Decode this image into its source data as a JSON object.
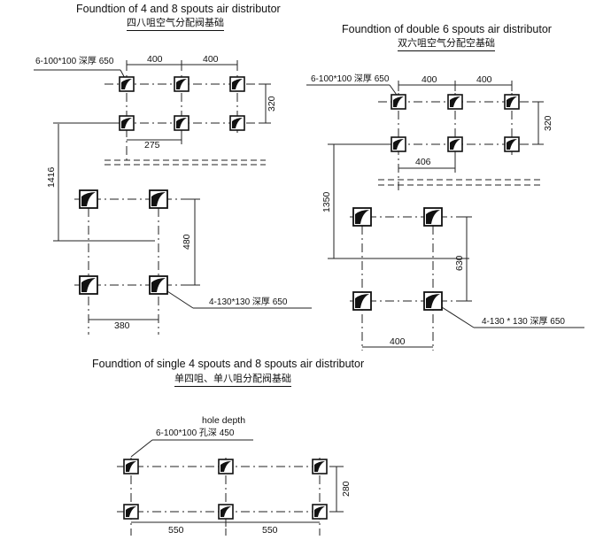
{
  "diagrams": [
    {
      "title": "Foundtion of 4 and 8 spouts air distributor",
      "subtitle": "四八咀空气分配阀基础",
      "callout_top": "6-100*100 深厚 650",
      "callout_bottom": "4-130*130 深厚 650",
      "dims": {
        "top_a": "400",
        "top_b": "400",
        "right_v": "320",
        "mid_h": "275",
        "left_v": "1416",
        "lower_v": "480",
        "bottom_h": "380"
      }
    },
    {
      "title": "Foundtion of double 6 spouts air distributor",
      "subtitle": "双六咀空气分配空基础",
      "callout_top": "6-100*100 深厚 650",
      "callout_bottom": "4-130 * 130 深厚 650",
      "dims": {
        "top_a": "400",
        "top_b": "400",
        "right_v": "320",
        "mid_h": "406",
        "left_v": "1350",
        "lower_v": "630",
        "bottom_h": "400"
      }
    },
    {
      "title": "Foundtion of single 4 spouts and 8 spouts air distributor",
      "subtitle": "单四咀、单八咀分配阀基础",
      "callout_label": "hole depth",
      "callout_top": "6-100*100 孔深 450",
      "dims": {
        "right_v": "280",
        "bottom_a": "550",
        "bottom_b": "550"
      }
    }
  ]
}
